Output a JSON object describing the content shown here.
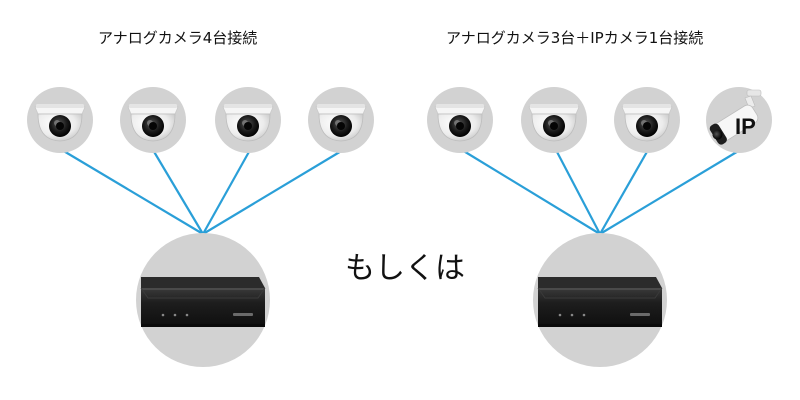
{
  "left_setup": {
    "title": "アナログカメラ4台接続",
    "devices": [
      "analog-camera",
      "analog-camera",
      "analog-camera",
      "analog-camera"
    ]
  },
  "right_setup": {
    "title": "アナログカメラ3台＋IPカメラ1台接続",
    "devices": [
      "analog-camera",
      "analog-camera",
      "analog-camera",
      "ip-camera"
    ],
    "ip_label": "IP"
  },
  "middle": {
    "or_text": "もしくは"
  },
  "colors": {
    "cable": "#2a9fd8",
    "circle": "#d2d2d2",
    "recorder": "#1c1c1c"
  },
  "icons": [
    "dome-camera-icon",
    "bullet-camera-icon",
    "recorder-icon"
  ]
}
